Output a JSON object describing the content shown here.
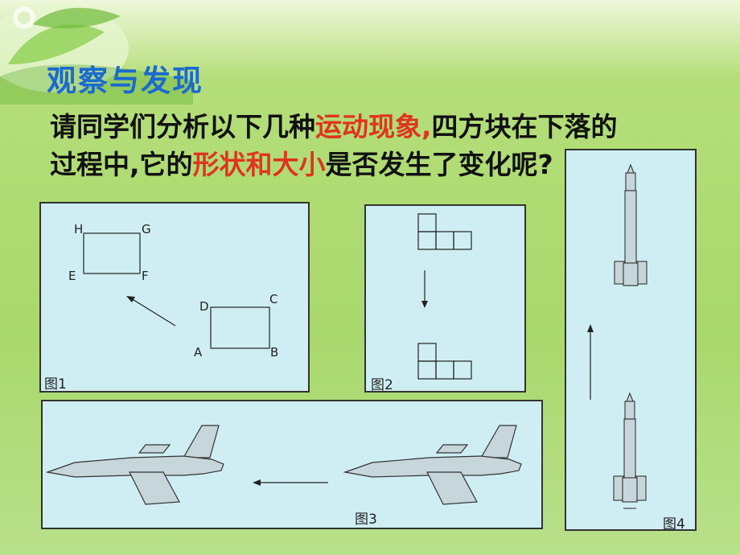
{
  "slide": {
    "title": "观察与发现",
    "para_line1_a": "请同学们分析以下几种",
    "para_line1_b": "运动现象,",
    "para_line1_c": "四方块在下落的",
    "para_line2_a": "过程中,它的",
    "para_line2_b": "形状和大小",
    "para_line2_c": "是否发生了变化呢?"
  },
  "figures": {
    "fig1": {
      "label": "图1",
      "pts": {
        "H": "H",
        "G": "G",
        "E": "E",
        "F": "F",
        "D": "D",
        "C": "C",
        "A": "A",
        "B": "B"
      }
    },
    "fig2": {
      "label": "图2"
    },
    "fig3": {
      "label": "图3"
    },
    "fig4": {
      "label": "图4"
    }
  },
  "colors": {
    "title": "#1a6ad0",
    "highlight": "#e0341f",
    "panel": "#cfeef3",
    "shape": "#c6d6da"
  }
}
